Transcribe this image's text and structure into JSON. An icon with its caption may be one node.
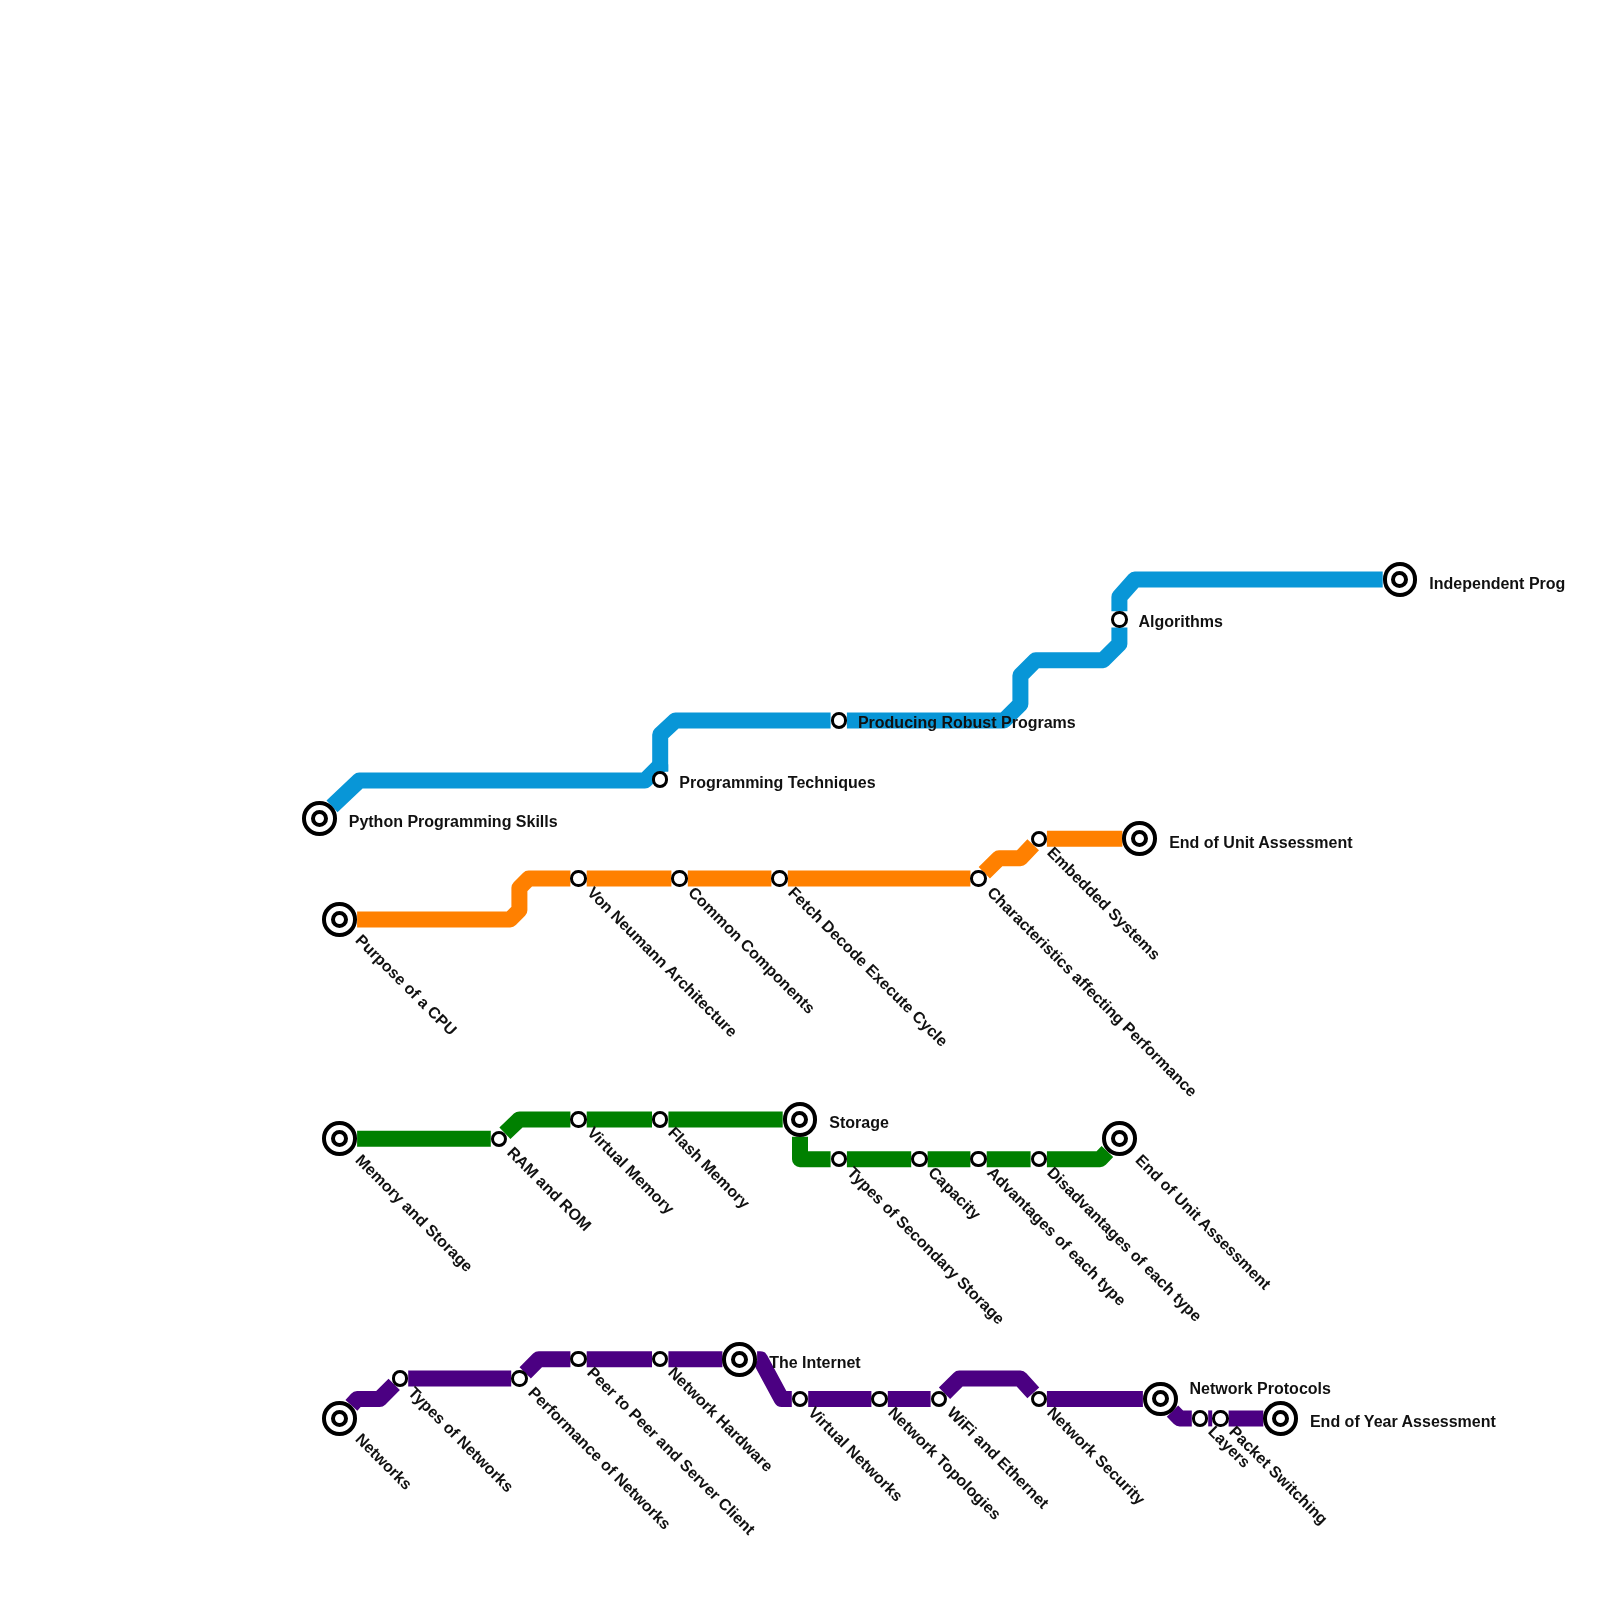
{
  "diagram": {
    "nodes": [
      {
        "text": [
          "Python Programming Skills"
        ]
      },
      {
        "text": [
          "Programming Techniques"
        ]
      },
      {
        "text": [
          "Producing Robust Programs"
        ]
      },
      {
        "text": [
          "Algorithms"
        ]
      },
      {
        "text": [
          "Independent Prog"
        ]
      },
      {
        "text": [
          "Purpose of a CPU"
        ]
      },
      {
        "text": [
          "Von Neumann Architecture"
        ]
      },
      {
        "text": [
          "Common Components"
        ]
      },
      {
        "text": [
          "Fetch Decode Execute Cycle"
        ]
      },
      {
        "text": [
          "Characteristics affecting Performance"
        ]
      },
      {
        "text": [
          "Embedded Systems"
        ]
      },
      {
        "text": [
          "End of Unit Assessment"
        ]
      },
      {
        "text": [
          "Memory and Storage"
        ]
      },
      {
        "text": [
          "RAM and ROM"
        ]
      },
      {
        "text": [
          "Virtual Memory"
        ]
      },
      {
        "text": [
          "Flash Memory"
        ]
      },
      {
        "text": [
          "Storage"
        ]
      },
      {
        "text": [
          "Types of Secondary Storage"
        ]
      },
      {
        "text": [
          "Capacity"
        ]
      },
      {
        "text": [
          "Advantages of each type"
        ]
      },
      {
        "text": [
          "Disadvantages of each type"
        ]
      },
      {
        "text": [
          "End of Unit Assessment"
        ]
      },
      {
        "text": [
          "Networks"
        ]
      },
      {
        "text": [
          "Types of Networks"
        ]
      },
      {
        "text": [
          "Performance of Networks"
        ]
      },
      {
        "text": [
          "Peer to Peer and Server Client"
        ]
      },
      {
        "text": [
          "Network Hardware"
        ]
      },
      {
        "text": [
          "The Internet"
        ]
      },
      {
        "text": [
          "Virtual Networks"
        ]
      },
      {
        "text": [
          "Network Topologies"
        ]
      },
      {
        "text": [
          "WiFi and Ethernet"
        ]
      },
      {
        "text": [
          "Network Security"
        ]
      },
      {
        "text": [
          "Network Protocols"
        ]
      },
      {
        "text": [
          "Layers"
        ]
      },
      {
        "text": [
          "Packet Switching"
        ]
      },
      {
        "text": [
          "End of Year Assessment"
        ]
      }
    ],
    "edges": [
      {
        "from": 0,
        "to": 1,
        "arrow": "none",
        "color": "#0896d7"
      },
      {
        "from": 1,
        "to": 2,
        "arrow": "none",
        "color": "#0896d7"
      },
      {
        "from": 2,
        "to": 3,
        "arrow": "none",
        "color": "#0896d7"
      },
      {
        "from": 3,
        "to": 4,
        "arrow": "none",
        "color": "#0896d7"
      },
      {
        "from": 5,
        "to": 6,
        "arrow": "none",
        "color": "#ff8000"
      },
      {
        "from": 6,
        "to": 7,
        "arrow": "none",
        "color": "#ff8000"
      },
      {
        "from": 7,
        "to": 8,
        "arrow": "none",
        "color": "#ff8000"
      },
      {
        "from": 8,
        "to": 9,
        "arrow": "none",
        "color": "#ff8000"
      },
      {
        "from": 9,
        "to": 10,
        "arrow": "none",
        "color": "#ff8000"
      },
      {
        "from": 10,
        "to": 11,
        "arrow": "none",
        "color": "#ff8000"
      },
      {
        "from": 12,
        "to": 13,
        "arrow": "none",
        "color": "#008000"
      },
      {
        "from": 13,
        "to": 14,
        "arrow": "none",
        "color": "#008000"
      },
      {
        "from": 14,
        "to": 15,
        "arrow": "none",
        "color": "#008000"
      },
      {
        "from": 15,
        "to": 16,
        "arrow": "none",
        "color": "#008000"
      },
      {
        "from": 16,
        "to": 17,
        "arrow": "none",
        "color": "#008000"
      },
      {
        "from": 17,
        "to": 18,
        "arrow": "none",
        "color": "#008000"
      },
      {
        "from": 18,
        "to": 19,
        "arrow": "none",
        "color": "#008000"
      },
      {
        "from": 19,
        "to": 20,
        "arrow": "none",
        "color": "#008000"
      },
      {
        "from": 20,
        "to": 21,
        "arrow": "none",
        "color": "#008000"
      },
      {
        "from": 22,
        "to": 23,
        "arrow": "none"
      },
      {
        "from": 23,
        "to": 24,
        "arrow": "none"
      },
      {
        "from": 24,
        "to": 25,
        "arrow": "none"
      },
      {
        "from": 25,
        "to": 26,
        "arrow": "none"
      },
      {
        "from": 26,
        "to": 27,
        "arrow": "none"
      },
      {
        "from": 27,
        "to": 28,
        "arrow": "none"
      },
      {
        "from": 28,
        "to": 29,
        "arrow": "none"
      },
      {
        "from": 29,
        "to": 30,
        "arrow": "none"
      },
      {
        "from": 30,
        "to": 31,
        "arrow": "none"
      },
      {
        "from": 31,
        "to": 32,
        "arrow": "none"
      },
      {
        "from": 32,
        "to": 33,
        "arrow": "none"
      },
      {
        "from": 33,
        "to": 34,
        "arrow": "none"
      },
      {
        "from": 34,
        "to": 35,
        "arrow": "none"
      }
    ]
  }
}
